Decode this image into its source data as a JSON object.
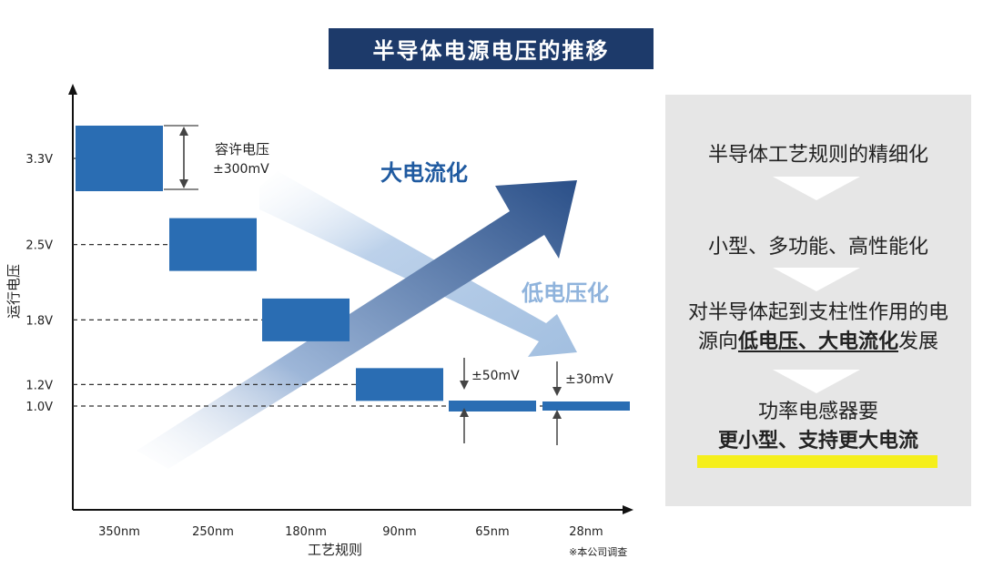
{
  "title": "半导体电源电压的推移",
  "chart_data": {
    "type": "bar",
    "xlabel": "工艺规则",
    "ylabel": "运行电压",
    "categories": [
      "350nm",
      "250nm",
      "180nm",
      "90nm",
      "65nm",
      "28nm"
    ],
    "y_ticks": [
      "3.3V",
      "2.5V",
      "1.8V",
      "1.2V",
      "1.0V"
    ],
    "y_tick_values": [
      3.3,
      2.5,
      1.8,
      1.2,
      1.0
    ],
    "series": [
      {
        "voltage": [
          3.3,
          2.5,
          1.8,
          1.2,
          1.0,
          1.0
        ],
        "tolerance_label": [
          "±300mV",
          "",
          "",
          "",
          "±50mV",
          "±30mV"
        ]
      }
    ],
    "annotations": {
      "tolerance_first_label": "容许电压",
      "tolerance_first_value": "±300mV",
      "tolerance_65": "±50mV",
      "tolerance_28": "±30mV",
      "arrow_up": "大电流化",
      "arrow_down": "低电压化",
      "footnote": "※本公司调查"
    },
    "colors": {
      "bar": "#2a6db3",
      "arrow_up": "#2d5993",
      "arrow_down": "#a9c4e2",
      "title_bg": "#1d3a6a"
    }
  },
  "panel": {
    "line1": "半导体工艺规则的精细化",
    "line2": "小型、多功能、高性能化",
    "line3": "对半导体起到支柱性作用的电",
    "line4_prefix": "源向",
    "line4_bold": "低电压、大电流化",
    "line4_suffix": "发展",
    "line5": "功率电感器要",
    "line6": "更小型、支持更大电流",
    "highlight_color": "#f5ef1c"
  }
}
